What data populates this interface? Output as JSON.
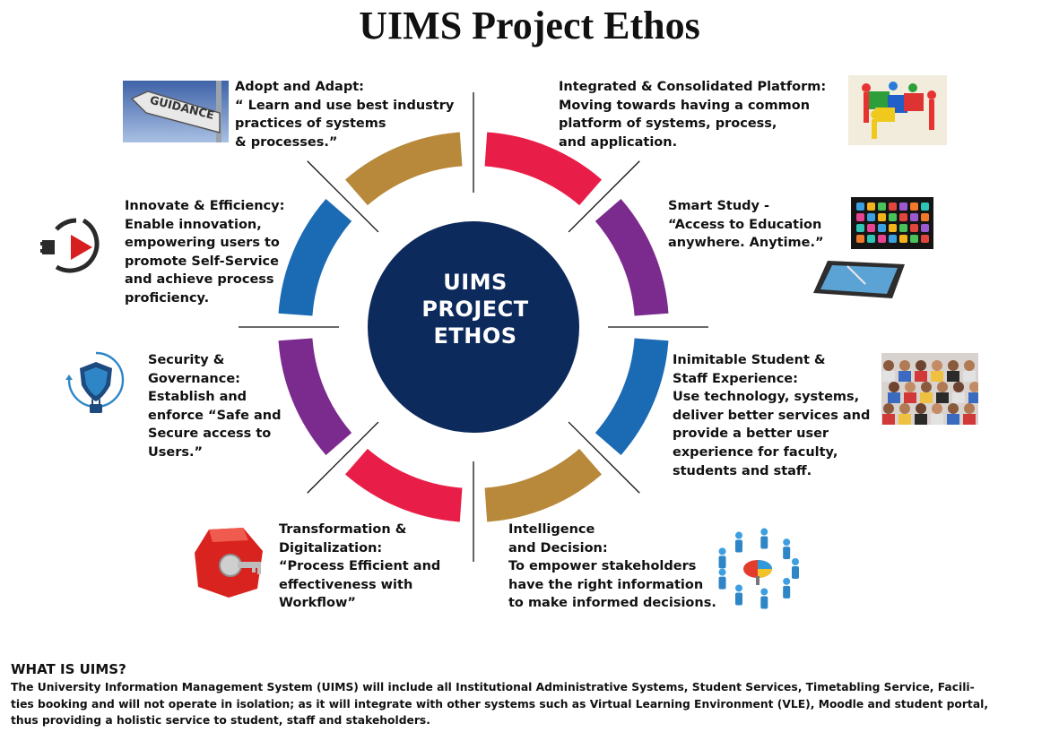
{
  "title": "UIMS Project Ethos",
  "center": {
    "lines": [
      "UIMS",
      "PROJECT",
      "ETHOS"
    ]
  },
  "colors": {
    "navy": "#0d2a5c",
    "gold": "#b8893a",
    "red": "#e91e48",
    "purple": "#7b2a8e",
    "blue": "#1b6ab4"
  },
  "ring_segments": [
    "gold",
    "red",
    "purple",
    "blue",
    "gold",
    "red",
    "purple",
    "blue"
  ],
  "blocks": {
    "adopt": {
      "lines": [
        "Adopt and Adapt:",
        "“ Learn and use best industry",
        "practices of systems",
        "& processes.”"
      ]
    },
    "integrated": {
      "lines": [
        "Integrated & Consolidated Platform:",
        "Moving towards having a common",
        "platform of systems, process,",
        "and application."
      ]
    },
    "smart": {
      "lines": [
        "Smart Study -",
        "“Access to Education",
        "anywhere. Anytime.”"
      ]
    },
    "inimitable": {
      "lines": [
        "Inimitable Student &",
        "Staff Experience:",
        "Use technology, systems,",
        "deliver better services and",
        "provide a better user",
        "experience for faculty,",
        "students and staff."
      ]
    },
    "intelligence": {
      "lines": [
        "Intelligence",
        "and Decision:",
        "To empower stakeholders",
        "have the right information",
        "to make informed decisions."
      ]
    },
    "transformation": {
      "lines": [
        "Transformation &",
        "Digitalization:",
        "“Process Efficient and",
        "effectiveness with",
        "Workflow”"
      ]
    },
    "security": {
      "lines": [
        "Security &",
        "Governance:",
        "Establish and",
        "enforce “Safe and",
        "Secure access to",
        "Users.”"
      ]
    },
    "innovate": {
      "lines": [
        "Innovate & Efficiency:",
        "Enable innovation,",
        "empowering users to",
        "promote Self-Service",
        "and achieve process",
        "proficiency."
      ]
    }
  },
  "icons": {
    "guidance": {
      "name": "guidance-sign-icon",
      "text": "GUIDANCE"
    },
    "puzzle": {
      "name": "puzzle-people-icon"
    },
    "tablet": {
      "name": "tablet-icon"
    },
    "students": {
      "name": "students-photo-icon"
    },
    "analytics": {
      "name": "people-analytics-icon"
    },
    "key": {
      "name": "key-puzzle-icon"
    },
    "shield": {
      "name": "shield-lock-icon"
    },
    "plug": {
      "name": "plug-play-icon"
    }
  },
  "footer": {
    "heading": "WHAT IS UIMS?",
    "lines": [
      "The University Information Management System (UIMS) will include all Institutional Administrative Systems, Student Services, Timetabling Service, Facili-",
      "ties booking and will not operate in isolation; as it will integrate with other systems such as Virtual Learning Environment (VLE), Moodle and student portal,",
      "thus providing a holistic service to student, staff and stakeholders."
    ]
  }
}
